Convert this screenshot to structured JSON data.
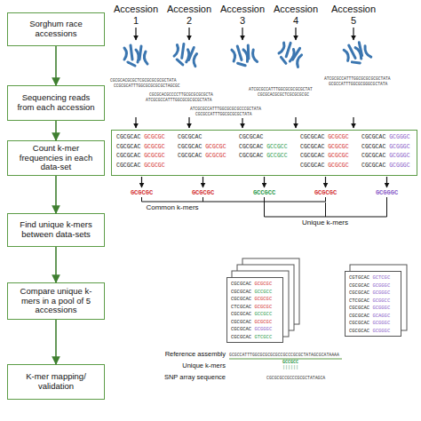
{
  "diagram": {
    "nodes": [
      {
        "text": [
          "Sorghum race accessions"
        ]
      },
      {
        "text": [
          "Sequencing reads from each accession"
        ]
      },
      {
        "text": [
          "Count k-mer frequencies in each data-set"
        ]
      },
      {
        "text": [
          "Find unique k-mers between data-sets"
        ]
      },
      {
        "text": [
          "Compare unique k-mers in a pool of 5 accessions"
        ]
      },
      {
        "text": [
          "K-mer mapping/ validation"
        ]
      },
      {
        "text": [
          "CGCGCAC GCGCGC",
          "CGCGCAC GCGCGC",
          "CGCGCAC GCGCGC",
          "CGCGCAC GCGCGC",
          "CGCGCAC",
          "CGCGCAC GCGCGC",
          "CGCGCAC GCGCGC",
          "CGCGCAC",
          "CGCGCAC GCCGCC",
          "CGCGCAC GCCGCC",
          "CGCGCAC GCGCGC",
          "CGCGCAC GCGCGC",
          "CGCGCAC GCGCGC",
          "CGCGCAC GCGCGC",
          "CGCGCAC GCGGGC",
          "CGCGCAC GCGGGC",
          "CGCGCAC GCGGGC",
          "CGCGCAC GCGGGC"
        ]
      },
      {
        "text": [
          "CGCGCAC GCGCGC",
          "CGCGCAC GCCGCC",
          "CGCGCAC GCGCGC",
          "CTCGCAC GCGCGC",
          "CGCGCAC GCCGCC",
          "CGCGCAC GCGCGC",
          "CGCGCAC GCGGGC",
          "CGCGCAC GTCGCC"
        ]
      },
      {
        "text": [
          "CGTGCAC GCTCGC",
          "CGCGCAC GCGGGC",
          "CGCGCAC GCGGGC",
          "CTCGCAC GCGGCC",
          "CGCGCAC GCGGGC",
          "CGCGCAC GCAGGC",
          "CGCGCAC GCGGGC",
          "CGCGCAC GCGGGC"
        ]
      }
    ],
    "edges": [
      {
        "from": 0,
        "to": 1,
        "arrow": "to"
      },
      {
        "from": 1,
        "to": 2,
        "arrow": "to"
      },
      {
        "from": 2,
        "to": 3,
        "arrow": "to"
      },
      {
        "from": 3,
        "to": 4,
        "arrow": "to"
      },
      {
        "from": 4,
        "to": 5,
        "arrow": "to"
      }
    ],
    "labels": [
      "Accession 1",
      "Accession 2",
      "Accession 3",
      "Accession 4",
      "Accession 5",
      "CGCGCACGCGCTCGCGCGCGCGCTATA",
      "CCGCGCATTTGGCGCGCGCGCTAGCGC",
      "CGCGCACGCCCCTTGCGCGCGCGCTA",
      "ATCGCGCCATTTGGCGCGCGCGCTATA",
      "ATCGCGCCATTTGGCGCGCGCCCGCTATA",
      "CGCGCCATTTGGCGCGCGCTATA",
      "ATCGCGCCATTTGGCGCGCGCGCTAT",
      "CGCGCACGCGCTCGCGCGCGC",
      "ATCGCGCCATTTGGCGCGCGCGCTATA",
      "GCGCCATTTGGCGCGGGCGCTATA",
      "Common k-mers",
      "GCGCGC",
      "GCGCGC",
      "GCCGCC",
      "GCGCGC",
      "GCGGGC",
      "Unique k-mers",
      "Reference assembly",
      "GCGCCATTTGGCGCGCGCGCCGCCCGCGCTATAGCGCATAAAA",
      "Unique k-mers",
      "GCCGCC",
      "||||||",
      "SNP array sequence",
      "CGCGCGCCGCCCGCGCTATAGCA"
    ]
  }
}
